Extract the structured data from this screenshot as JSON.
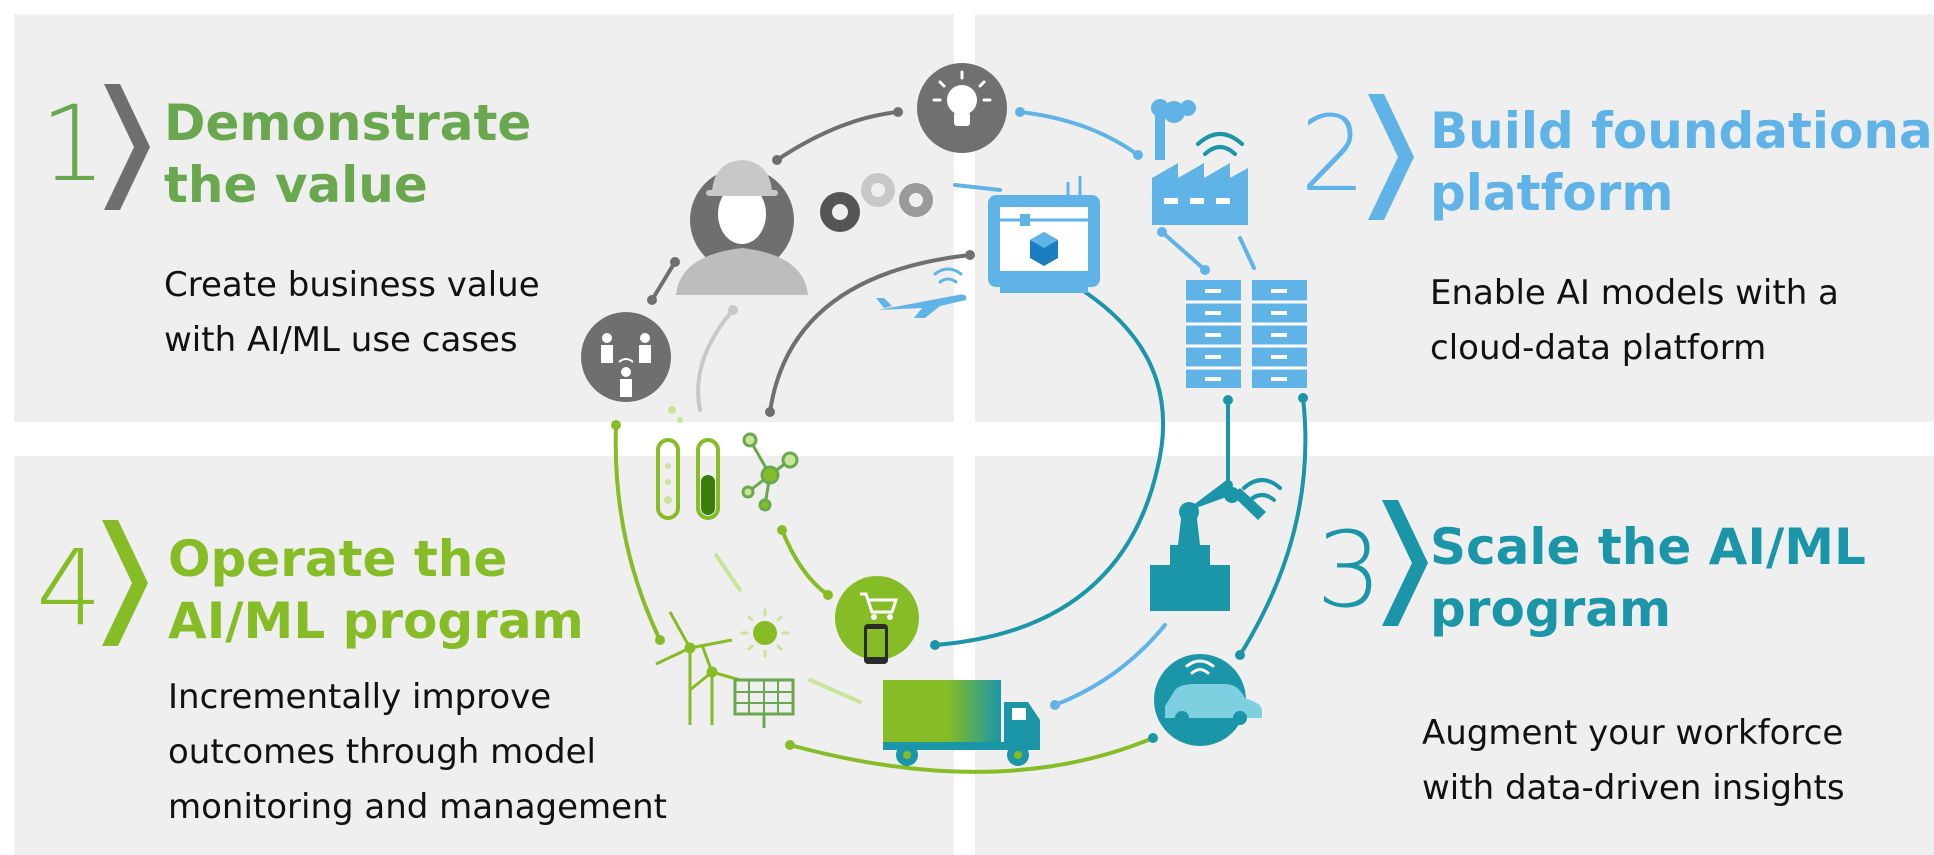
{
  "colors": {
    "panel": "#efefef",
    "green_dark": "#6aa84f",
    "green_light": "#86bc25",
    "blue_light": "#5fb3e6",
    "teal": "#1a96a8",
    "gray": "#7b7b7b",
    "text": "#111111"
  },
  "steps": [
    {
      "number": "1",
      "title_lines": [
        "Demonstrate",
        "the value"
      ],
      "desc_lines": [
        "Create business value",
        "with AI/ML use cases"
      ]
    },
    {
      "number": "2",
      "title_lines": [
        "Build foundational",
        "platform"
      ],
      "desc_lines": [
        "Enable AI models with a",
        "cloud-data platform"
      ]
    },
    {
      "number": "3",
      "title_lines": [
        "Scale the AI/ML",
        "program"
      ],
      "desc_lines": [
        "Augment your workforce",
        "with data-driven insights"
      ]
    },
    {
      "number": "4",
      "title_lines": [
        "Operate the",
        "AI/ML program"
      ],
      "desc_lines": [
        "Incrementally improve",
        "outcomes through model",
        "monitoring and management"
      ]
    }
  ],
  "icons": [
    "lightbulb-icon",
    "factory-icon",
    "server-rack-icon",
    "robot-arm-icon",
    "connected-car-icon",
    "truck-icon",
    "shopping-mobile-icon",
    "wind-turbine-icon",
    "solar-panel-icon",
    "sun-icon",
    "test-tube-icon",
    "molecule-icon",
    "people-network-icon",
    "worker-avatar-icon",
    "gears-icon",
    "airplane-icon",
    "3d-printer-icon"
  ]
}
